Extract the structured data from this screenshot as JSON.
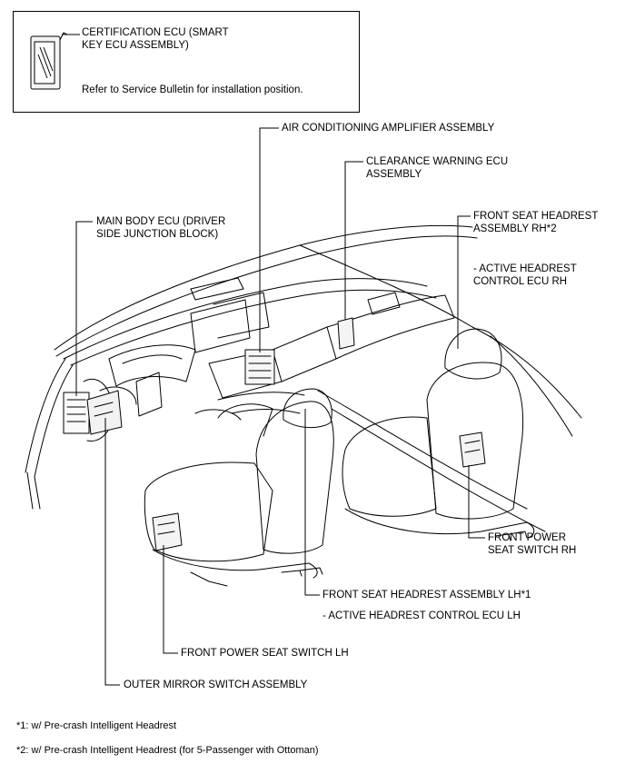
{
  "legend": {
    "ecu_label": "CERTIFICATION ECU (SMART\nKEY ECU ASSEMBLY)",
    "note": "Refer to Service Bulletin for installation position."
  },
  "labels": {
    "ac_amplifier": "AIR CONDITIONING AMPLIFIER ASSEMBLY",
    "clearance_warning": "CLEARANCE WARNING ECU\nASSEMBLY",
    "main_body_ecu": "MAIN BODY ECU (DRIVER\nSIDE JUNCTION BLOCK)",
    "headrest_rh": "FRONT SEAT HEADREST\nASSEMBLY RH*2",
    "headrest_rh_sub": "- ACTIVE HEADREST\nCONTROL ECU RH",
    "power_seat_rh": "FRONT POWER\nSEAT SWITCH RH",
    "headrest_lh": "FRONT SEAT HEADREST ASSEMBLY LH*1",
    "headrest_lh_sub": "- ACTIVE HEADREST CONTROL ECU LH",
    "power_seat_lh": "FRONT POWER SEAT SWITCH LH",
    "outer_mirror": "OUTER MIRROR SWITCH ASSEMBLY"
  },
  "footnotes": {
    "note1": "*1: w/ Pre-crash Intelligent Headrest",
    "note2": "*2: w/ Pre-crash Intelligent Headrest (for 5-Passenger with Ottoman)"
  }
}
